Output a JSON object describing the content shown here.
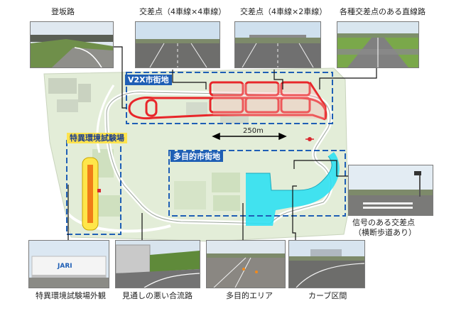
{
  "captions": {
    "slope": "登坂路",
    "intersection_4x4": "交差点（4車線×4車線）",
    "intersection_4x2": "交差点（4車線×2車線）",
    "straight_road": "各種交差点のある直線路",
    "signal_line1": "信号のある交差点",
    "signal_line2": "（横断歩道あり）",
    "env_building": "特異環境試験場外観",
    "merge_road": "見通しの悪い合流路",
    "multi_area": "多目的エリア",
    "curve": "カーブ区間"
  },
  "areas": {
    "v2x": "V2X市街地",
    "env": "特異環境試験場",
    "multi": "多目的市街地"
  },
  "scale_label": "250m",
  "building_sign": "JARI",
  "colors": {
    "v2x_road": "#e8262a",
    "multi_area": "#2fe0f2",
    "env_yellow": "#ffe64a",
    "dash_blue": "#1f5fb5",
    "map_bg": "#e2ecd6"
  }
}
